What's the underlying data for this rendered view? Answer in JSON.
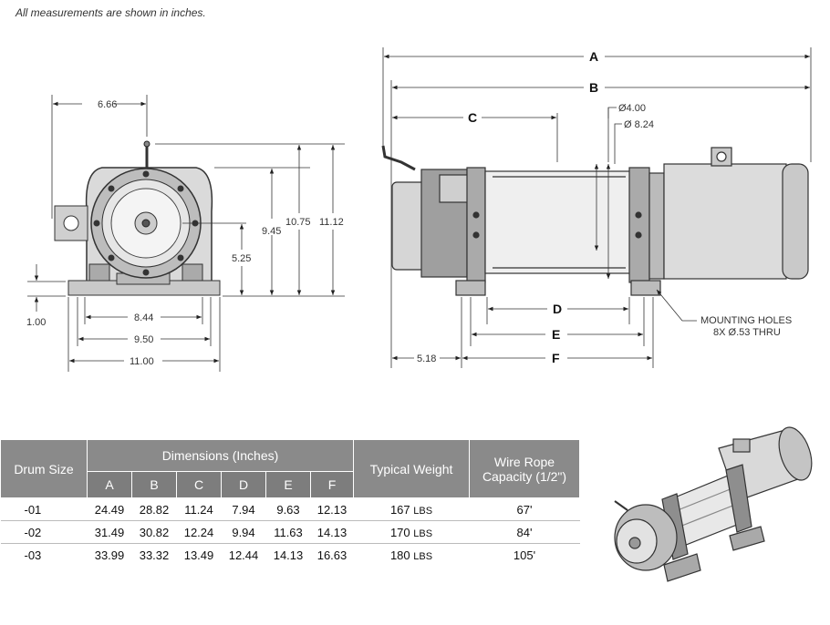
{
  "note": "All measurements are shown in inches.",
  "front_view": {
    "dims": {
      "top_width": "6.66",
      "h1": "9.45",
      "h2": "10.75",
      "h3": "11.12",
      "h4": "5.25",
      "base": "1.00",
      "w1": "8.44",
      "w2": "9.50",
      "w3": "11.00"
    }
  },
  "side_view": {
    "labels": {
      "A": "A",
      "B": "B",
      "C": "C",
      "D": "D",
      "E": "E",
      "F": "F",
      "dia1": "Ø4.00",
      "dia2": "Ø 8.24",
      "offset": "5.18",
      "mount1": "MOUNTING HOLES",
      "mount2": "8X Ø.53 THRU"
    }
  },
  "table": {
    "headers": {
      "drum_size": "Drum Size",
      "dimensions": "Dimensions (Inches)",
      "typical_weight": "Typical Weight",
      "wire_rope_1": "Wire Rope",
      "wire_rope_2": "Capacity (1/2\")",
      "cols": [
        "A",
        "B",
        "C",
        "D",
        "E",
        "F"
      ]
    },
    "rows": [
      {
        "drum": "-01",
        "dims": [
          "24.49",
          "28.82",
          "11.24",
          "7.94",
          "9.63",
          "12.13"
        ],
        "weight": "167",
        "unit": "LBS",
        "rope": "67'"
      },
      {
        "drum": "-02",
        "dims": [
          "31.49",
          "30.82",
          "12.24",
          "9.94",
          "11.63",
          "14.13"
        ],
        "weight": "170",
        "unit": "LBS",
        "rope": "84'"
      },
      {
        "drum": "-03",
        "dims": [
          "33.99",
          "33.32",
          "13.49",
          "12.44",
          "14.13",
          "16.63"
        ],
        "weight": "180",
        "unit": "LBS",
        "rope": "105'"
      }
    ]
  }
}
